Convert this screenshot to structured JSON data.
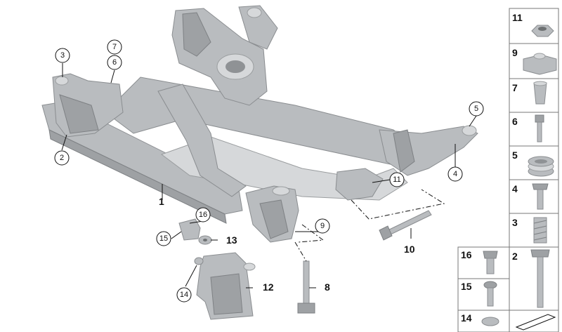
{
  "callouts": {
    "c3": "3",
    "c7": "7",
    "c6": "6",
    "c2": "2",
    "c5": "5",
    "c4": "4",
    "c11": "11",
    "c9": "9",
    "c16": "16",
    "c15": "15",
    "c14": "14"
  },
  "labels": {
    "l1": "1",
    "l10": "10",
    "l13": "13",
    "l12": "12",
    "l8": "8"
  },
  "sidebar": {
    "right": [
      "11",
      "9",
      "7",
      "6",
      "5",
      "4",
      "3"
    ],
    "bottom_right": [
      "2"
    ],
    "bottom_left": [
      "16",
      "15",
      "14"
    ]
  }
}
